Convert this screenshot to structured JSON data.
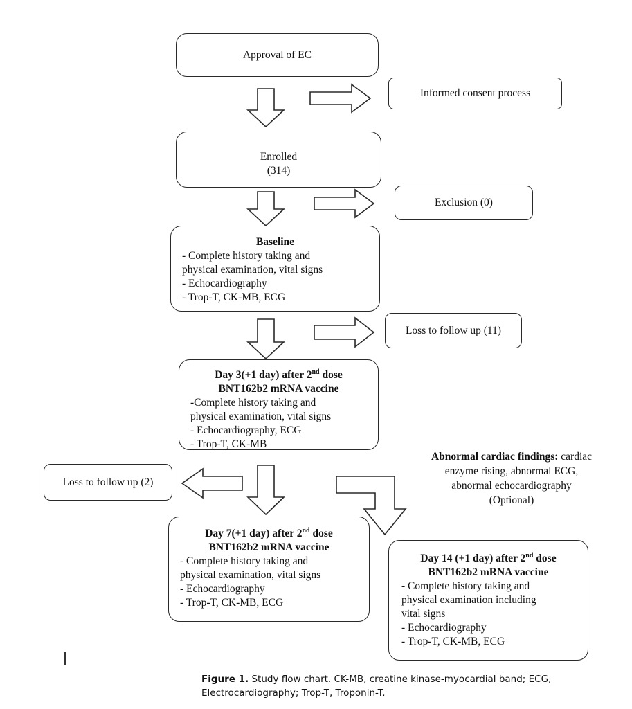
{
  "nodes": {
    "approval": {
      "label": "Approval of EC"
    },
    "consent": {
      "label": "Informed consent process"
    },
    "enrolled": {
      "label": "Enrolled",
      "count": "(314)"
    },
    "exclusion": {
      "label": "Exclusion (0)"
    },
    "baseline": {
      "title": "Baseline",
      "lines": [
        "- Complete history taking and",
        "physical examination, vital signs",
        "- Echocardiography",
        "- Trop-T, CK-MB, ECG"
      ]
    },
    "loss1": {
      "label": "Loss to follow up (11)"
    },
    "day3": {
      "title_a": "Day 3(+1 day) after 2",
      "sup": "nd",
      "title_b": " dose",
      "title_line2": "BNT162b2 mRNA vaccine",
      "lines": [
        "-Complete history taking and",
        "physical examination, vital signs",
        "- Echocardiography, ECG",
        "- Trop-T, CK-MB"
      ]
    },
    "loss2": {
      "label": "Loss to follow up (2)"
    },
    "abnormal": {
      "bold": "Abnormal cardiac findings:",
      "text_1": " cardiac",
      "lines": [
        "enzyme rising, abnormal ECG,",
        "abnormal echocardiography",
        "(Optional)"
      ]
    },
    "day7": {
      "title_a": "Day 7(+1 day) after 2",
      "sup": "nd",
      "title_b": " dose",
      "title_line2": "BNT162b2 mRNA vaccine",
      "lines": [
        "- Complete history taking and",
        "physical examination, vital signs",
        "- Echocardiography",
        "- Trop-T, CK-MB, ECG"
      ]
    },
    "day14": {
      "title_a": "Day 14 (+1 day) after 2",
      "sup": "nd",
      "title_b": " dose",
      "title_line2": "BNT162b2 mRNA vaccine",
      "lines": [
        "- Complete history taking and",
        "physical examination including",
        "vital signs",
        "- Echocardiography",
        "- Trop-T, CK-MB, ECG"
      ]
    }
  },
  "caption": {
    "label": "Figure 1.",
    "text": " Study flow chart. CK-MB, creatine kinase-myocardial band; ECG, Electrocardiography; Trop-T, Troponin-T."
  }
}
